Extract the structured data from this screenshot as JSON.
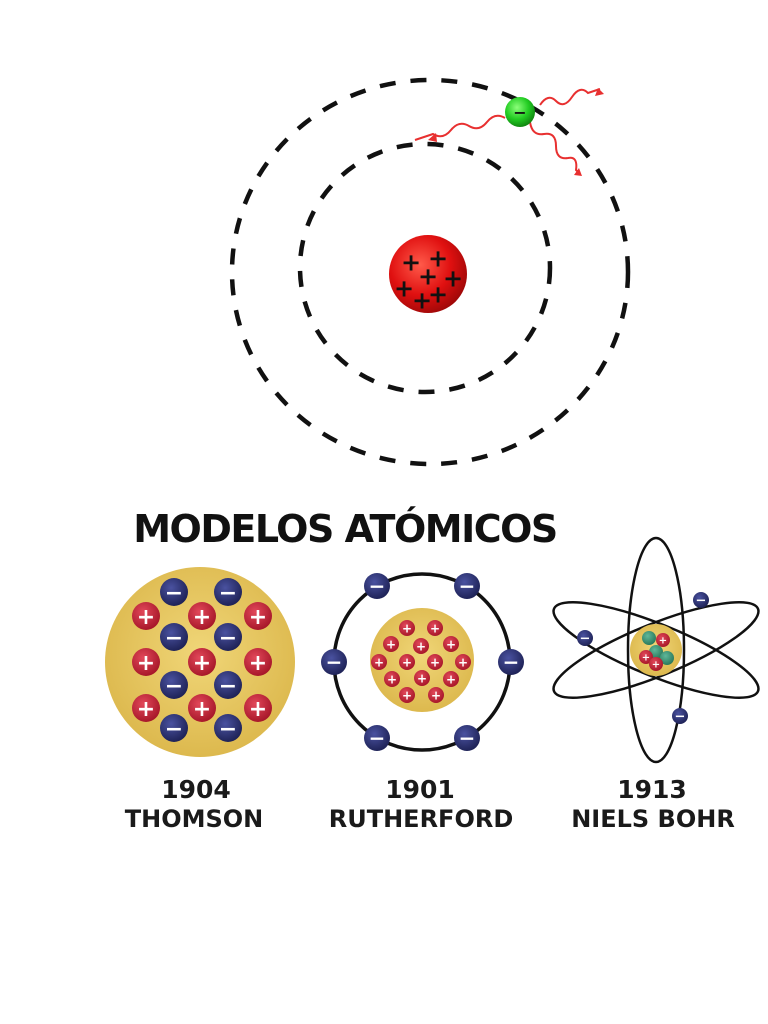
{
  "title": "MODELOS ATÓMICOS",
  "colors": {
    "nucleus_red": "#e01010",
    "electron_green": "#22cc22",
    "photon_red": "#e83030",
    "proton_red": "#c8283a",
    "electron_navy": "#2a2f6e",
    "thomson_yellow": "#e6c65a",
    "text": "#1a1a1a"
  },
  "symbols": {
    "plus": "+",
    "minus": "−"
  },
  "models": [
    {
      "id": "thomson",
      "year": "1904",
      "name": "THOMSON"
    },
    {
      "id": "rutherford",
      "year": "1901",
      "name": "RUTHERFORD"
    },
    {
      "id": "bohr",
      "year": "1913",
      "name": "NIELS BOHR"
    }
  ],
  "top_diagram": {
    "nucleus_icon": "positive-nucleus-icon",
    "electron_icon": "electron-icon",
    "photon_icon": "photon-wave-icon"
  }
}
